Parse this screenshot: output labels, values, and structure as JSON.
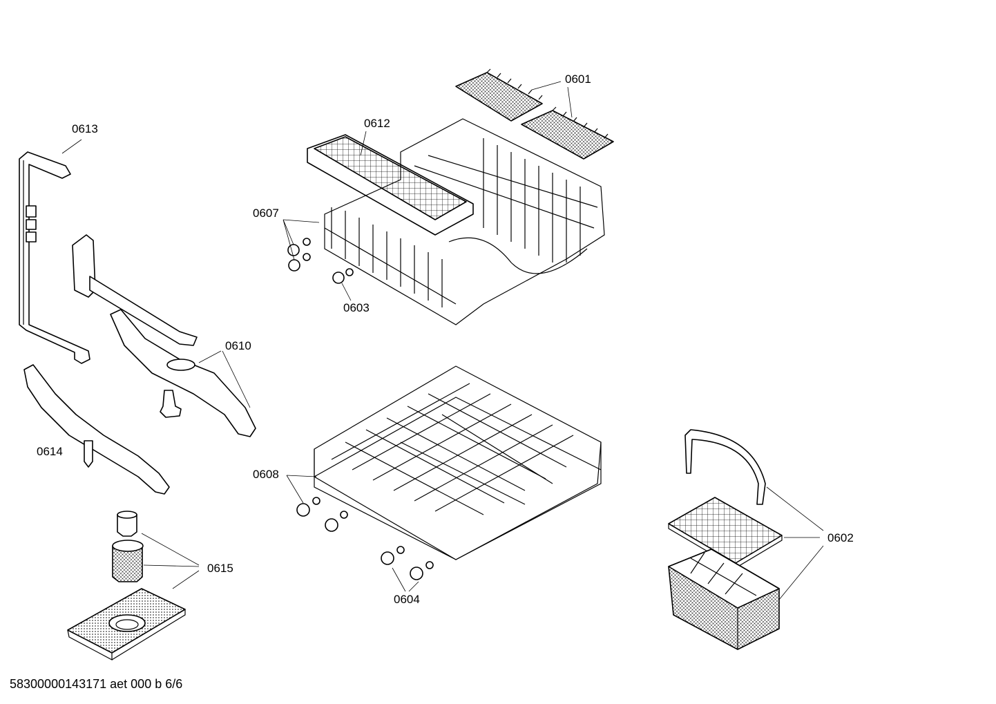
{
  "labels": {
    "p0601": "0601",
    "p0602": "0602",
    "p0603": "0603",
    "p0604": "0604",
    "p0607": "0607",
    "p0608": "0608",
    "p0610": "0610",
    "p0612": "0612",
    "p0613": "0613",
    "p0614": "0614",
    "p0615": "0615"
  },
  "footer": "58300000143171 aet 000 b 6/6"
}
